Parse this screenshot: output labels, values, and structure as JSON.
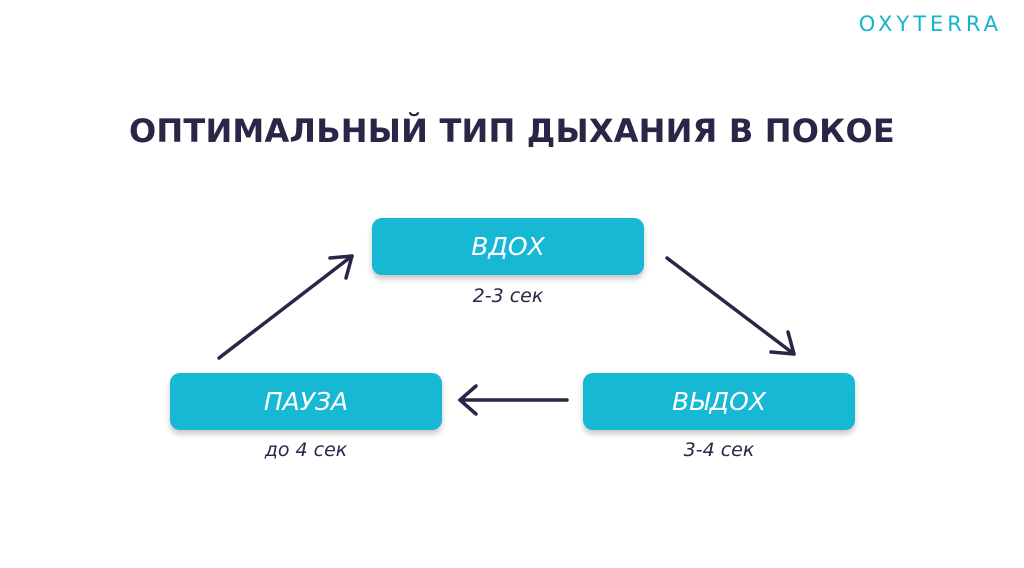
{
  "brand": {
    "logo_text": "OXYTERRA",
    "accent_color": "#16b8d3",
    "text_color": "#2b2547"
  },
  "title": "ОПТИМАЛЬНЫЙ ТИП ДЫХАНИЯ В ПОКОЕ",
  "nodes": [
    {
      "label": "ВДОХ",
      "caption": "2-3 сек"
    },
    {
      "label": "ВЫДОХ",
      "caption": "3-4 сек"
    },
    {
      "label": "ПАУЗА",
      "caption": "до 4 сек"
    }
  ],
  "edges": [
    {
      "from": "ВДОХ",
      "to": "ВЫДОХ"
    },
    {
      "from": "ВЫДОХ",
      "to": "ПАУЗА"
    },
    {
      "from": "ПАУЗА",
      "to": "ВДОХ"
    }
  ]
}
